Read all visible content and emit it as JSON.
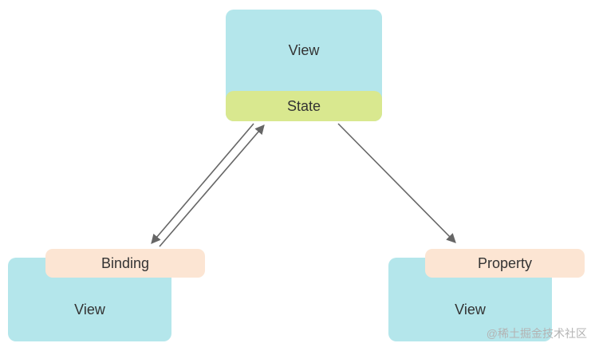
{
  "diagram": {
    "top_card": {
      "view_label": "View",
      "state_label": "State"
    },
    "left_card": {
      "tag_label": "Binding",
      "view_label": "View"
    },
    "right_card": {
      "tag_label": "Property",
      "view_label": "View"
    },
    "watermark": "@稀土掘金技术社区"
  },
  "colors": {
    "cyan": "#b4e6eb",
    "green": "#d9e88f",
    "peach": "#fce5d3",
    "arrow": "#666666",
    "text": "#333333",
    "watermark": "#b3b3b3"
  }
}
